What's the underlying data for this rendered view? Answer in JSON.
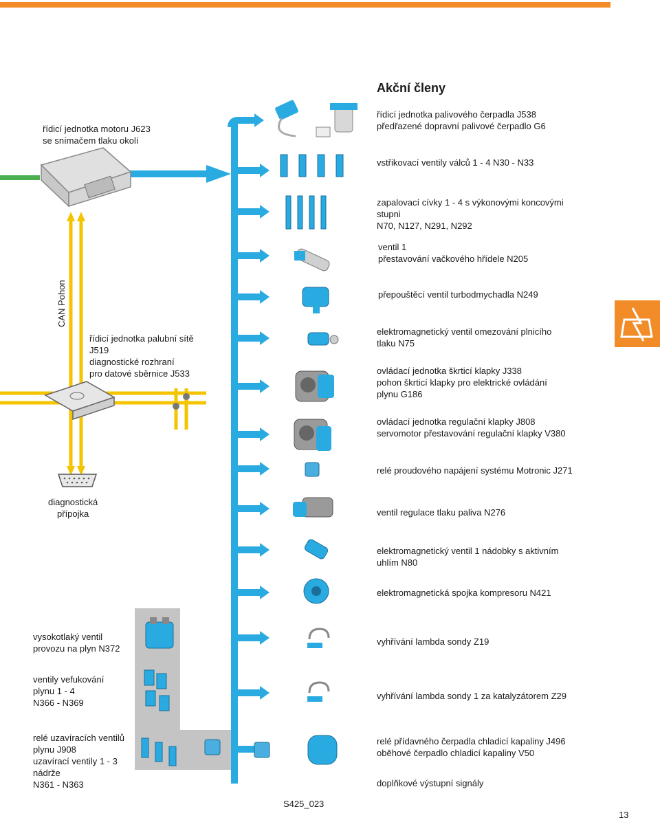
{
  "top_bar_color": "#f28c28",
  "colors": {
    "blue_bus": "#29abe2",
    "yellow_bus": "#f5c400",
    "green": "#4caf50",
    "orange": "#f28c28",
    "gray_panel": "#bdbdbd"
  },
  "heading": "Akční členy",
  "left_labels": {
    "engine_unit": [
      "řídicí jednotka motoru J623",
      "se snímačem tlaku okolí"
    ],
    "can_pohon": "CAN Pohon",
    "gateway": [
      "řídicí jednotka palubní sítě",
      "J519",
      "diagnostické rozhraní",
      "pro datové sběrnice J533"
    ],
    "diag_connector": [
      "diagnostická",
      "přípojka"
    ],
    "high_pressure_valve": [
      "vysokotlaký ventil",
      "provozu na plyn N372"
    ],
    "gas_valves": [
      "ventily vefukování",
      "plynu 1 - 4",
      "N366 - N369"
    ],
    "shutoff_relay": [
      "relé uzavíracích ventilů",
      "plynu J908",
      "uzavírací ventily 1 - 3",
      "nádrže",
      "N361 - N363"
    ]
  },
  "actuators": [
    {
      "lines": [
        "řídicí jednotka palivového čerpadla J538",
        "předřazené dopravní palivové čerpadlo G6"
      ],
      "icon": "fuel-pump-icon"
    },
    {
      "lines": [
        "vstřikovací ventily válců 1 - 4 N30 - N33"
      ],
      "icon": "injectors-icon"
    },
    {
      "lines": [
        "zapalovací cívky 1 - 4 s výkonovými koncovými",
        "stupni",
        "N70, N127, N291, N292"
      ],
      "icon": "ignition-coils-icon"
    },
    {
      "lines": [
        "ventil 1",
        "přestavování vačkového hřídele N205"
      ],
      "icon": "camshaft-valve-icon"
    },
    {
      "lines": [
        "přepouštěcí ventil turbodmychadla N249"
      ],
      "icon": "turbo-bypass-valve-icon"
    },
    {
      "lines": [
        "elektromagnetický ventil omezování plnicího",
        "tlaku N75"
      ],
      "icon": "boost-valve-icon"
    },
    {
      "lines": [
        "ovládací jednotka škrticí klapky J338",
        "pohon škrticí klapky pro elektrické ovládání",
        "plynu G186"
      ],
      "icon": "throttle-unit-icon"
    },
    {
      "lines": [
        "ovládací jednotka regulační klapky J808",
        "servomotor přestavování regulační klapky V380"
      ],
      "icon": "control-flap-icon"
    },
    {
      "lines": [
        "relé proudového napájení systému Motronic J271"
      ],
      "icon": "relay-icon"
    },
    {
      "lines": [
        "ventil regulace tlaku paliva N276"
      ],
      "icon": "fuel-pressure-valve-icon"
    },
    {
      "lines": [
        "elektromagnetický ventil 1 nádobky s aktivním",
        "uhlím N80"
      ],
      "icon": "carbon-canister-valve-icon"
    },
    {
      "lines": [
        "elektromagnetická spojka kompresoru N421"
      ],
      "icon": "compressor-clutch-icon"
    },
    {
      "lines": [
        "vyhřívání lambda sondy Z19"
      ],
      "icon": "lambda-probe-icon"
    },
    {
      "lines": [
        "vyhřívání lambda sondy 1 za katalyzátorem Z29"
      ],
      "icon": "lambda-probe-2-icon"
    },
    {
      "lines": [
        "relé přídavného čerpadla chladicí kapaliny J496",
        "oběhové čerpadlo chladicí kapaliny V50"
      ],
      "icon": "coolant-pump-icon"
    },
    {
      "lines": [
        "doplňkové výstupní signály"
      ],
      "icon": "additional-signals-icon"
    }
  ],
  "figure_code": "S425_023",
  "page_number": "13"
}
